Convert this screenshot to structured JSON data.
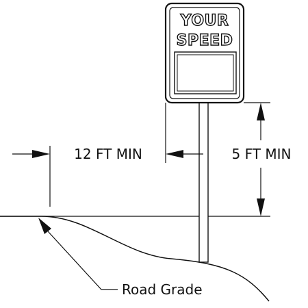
{
  "sign": {
    "line1": "YOUR",
    "line2": "SPEED"
  },
  "dimensions": {
    "horizontal": "12 FT MIN",
    "vertical": "5 FT MIN"
  },
  "callout": {
    "road_grade": "Road Grade"
  }
}
